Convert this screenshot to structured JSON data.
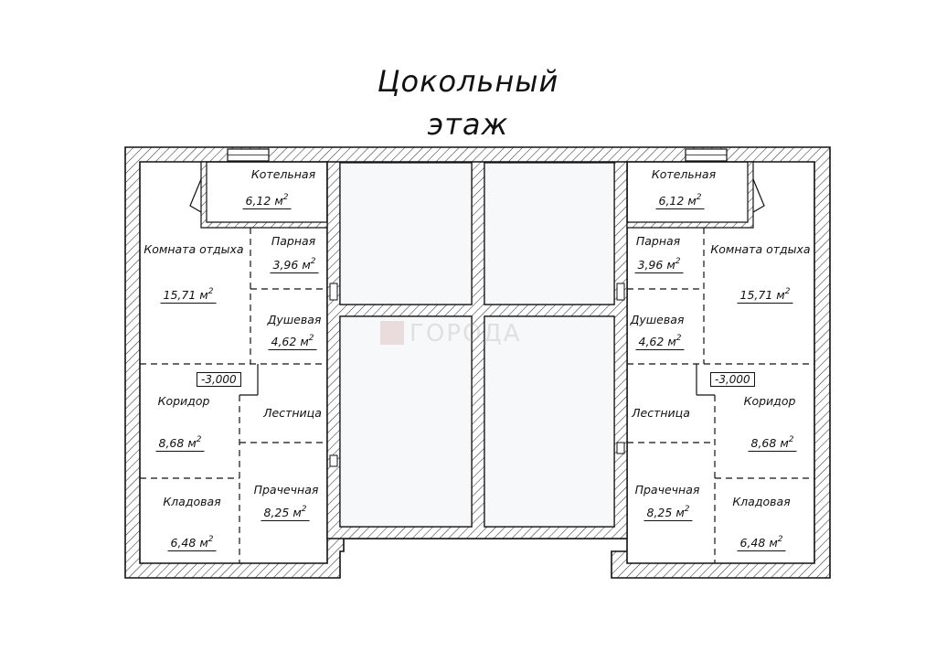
{
  "title": {
    "line1": "Цокольный",
    "line2": "этаж"
  },
  "level_mark": "-3,000",
  "area_unit": "м",
  "area_unit_power": "2",
  "watermark": "ГОРОДА",
  "rooms": {
    "boiler_left": {
      "name": "Котельная",
      "area": "6,12"
    },
    "rest_left": {
      "name": "Комната отдыха",
      "area": "15,71"
    },
    "steam_left": {
      "name": "Парная",
      "area": "3,96"
    },
    "shower_left": {
      "name": "Душевая",
      "area": "4,62"
    },
    "corridor_left": {
      "name": "Коридор",
      "area": "8,68"
    },
    "stair_left": {
      "name": "Лестница"
    },
    "storage_left": {
      "name": "Кладовая",
      "area": "6,48"
    },
    "laundry_left": {
      "name": "Прачечная",
      "area": "8,25"
    },
    "boiler_right": {
      "name": "Котельная",
      "area": "6,12"
    },
    "rest_right": {
      "name": "Комната отдыха",
      "area": "15,71"
    },
    "steam_right": {
      "name": "Парная",
      "area": "3,96"
    },
    "shower_right": {
      "name": "Душевая",
      "area": "4,62"
    },
    "corridor_right": {
      "name": "Коридор",
      "area": "8,68"
    },
    "stair_right": {
      "name": "Лестница"
    },
    "storage_right": {
      "name": "Кладовая",
      "area": "6,48"
    },
    "laundry_right": {
      "name": "Прачечная",
      "area": "8,25"
    }
  }
}
